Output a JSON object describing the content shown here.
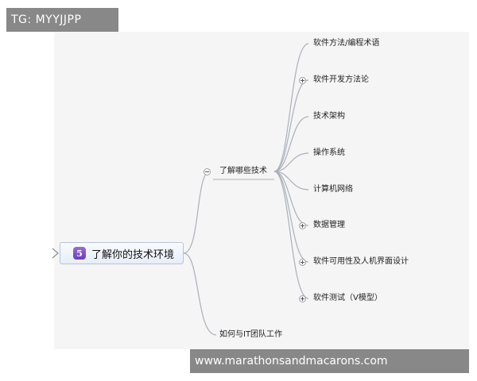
{
  "watermark_top": "TG: MYYJJPP",
  "watermark_bottom": "www.marathonsandmacarons.com",
  "root": {
    "label": "了解你的技术环境",
    "icon_glyph": "5",
    "icon": "purple-rounded-badge-icon"
  },
  "branches": [
    {
      "label": "了解哪些技术",
      "expanded": true,
      "children": [
        {
          "label": "软件方法/编程术语",
          "has_children": false
        },
        {
          "label": "软件开发方法论",
          "has_children": true
        },
        {
          "label": "技术架构",
          "has_children": false
        },
        {
          "label": "操作系统",
          "has_children": false
        },
        {
          "label": "计算机网络",
          "has_children": false
        },
        {
          "label": "数据管理",
          "has_children": true
        },
        {
          "label": "软件可用性及人机界面设计",
          "has_children": true
        },
        {
          "label": "软件测试（V模型）",
          "has_children": true
        }
      ]
    },
    {
      "label": "如何与IT团队工作",
      "expanded": false,
      "children": []
    }
  ],
  "colors": {
    "canvas_bg": "#f5f5f5",
    "connector": "#a9b0b8",
    "root_border": "#b8c3d6",
    "root_icon": "#7b4fc7",
    "watermark_bg": "#787878"
  }
}
